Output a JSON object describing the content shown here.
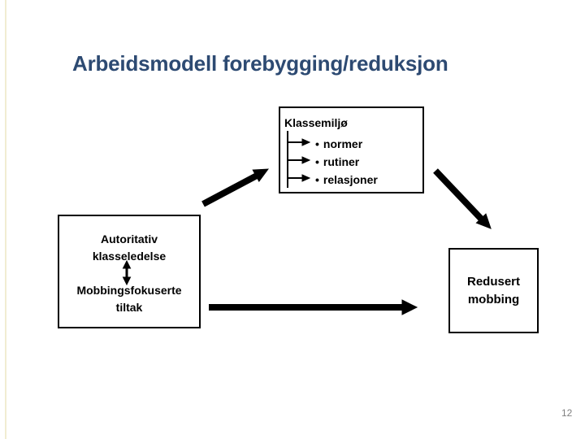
{
  "slide": {
    "title": "Arbeidsmodell forebygging/reduksjon",
    "page_number": "12"
  },
  "colors": {
    "background": "#FFFFFF",
    "title_text": "#2D4A72",
    "body_text": "#000000",
    "box_border": "#000000",
    "arrow": "#000000",
    "page_number_text": "#7F7F7F",
    "left_edge_accent": "#F1ECD2"
  },
  "icons": {
    "arrow_up_right": "↗",
    "arrow_down_right": "↘",
    "arrow_right": "→",
    "branch_arrow": "→",
    "double_vertical_arrow": "↕",
    "bullet": "•"
  },
  "diagram": {
    "klassemiljo_box": {
      "title": "Klassemiljø",
      "items": [
        {
          "bullet": "•",
          "label": "normer"
        },
        {
          "bullet": "•",
          "label": "rutiner"
        },
        {
          "bullet": "•",
          "label": "relasjoner"
        }
      ]
    },
    "left_box": {
      "top_line1": "Autoritativ",
      "top_line2": "klasseledelse",
      "bottom_line1": "Mobbingsfokuserte",
      "bottom_line2": "tiltak"
    },
    "right_box": {
      "line1": "Redusert",
      "line2": "mobbing"
    }
  }
}
